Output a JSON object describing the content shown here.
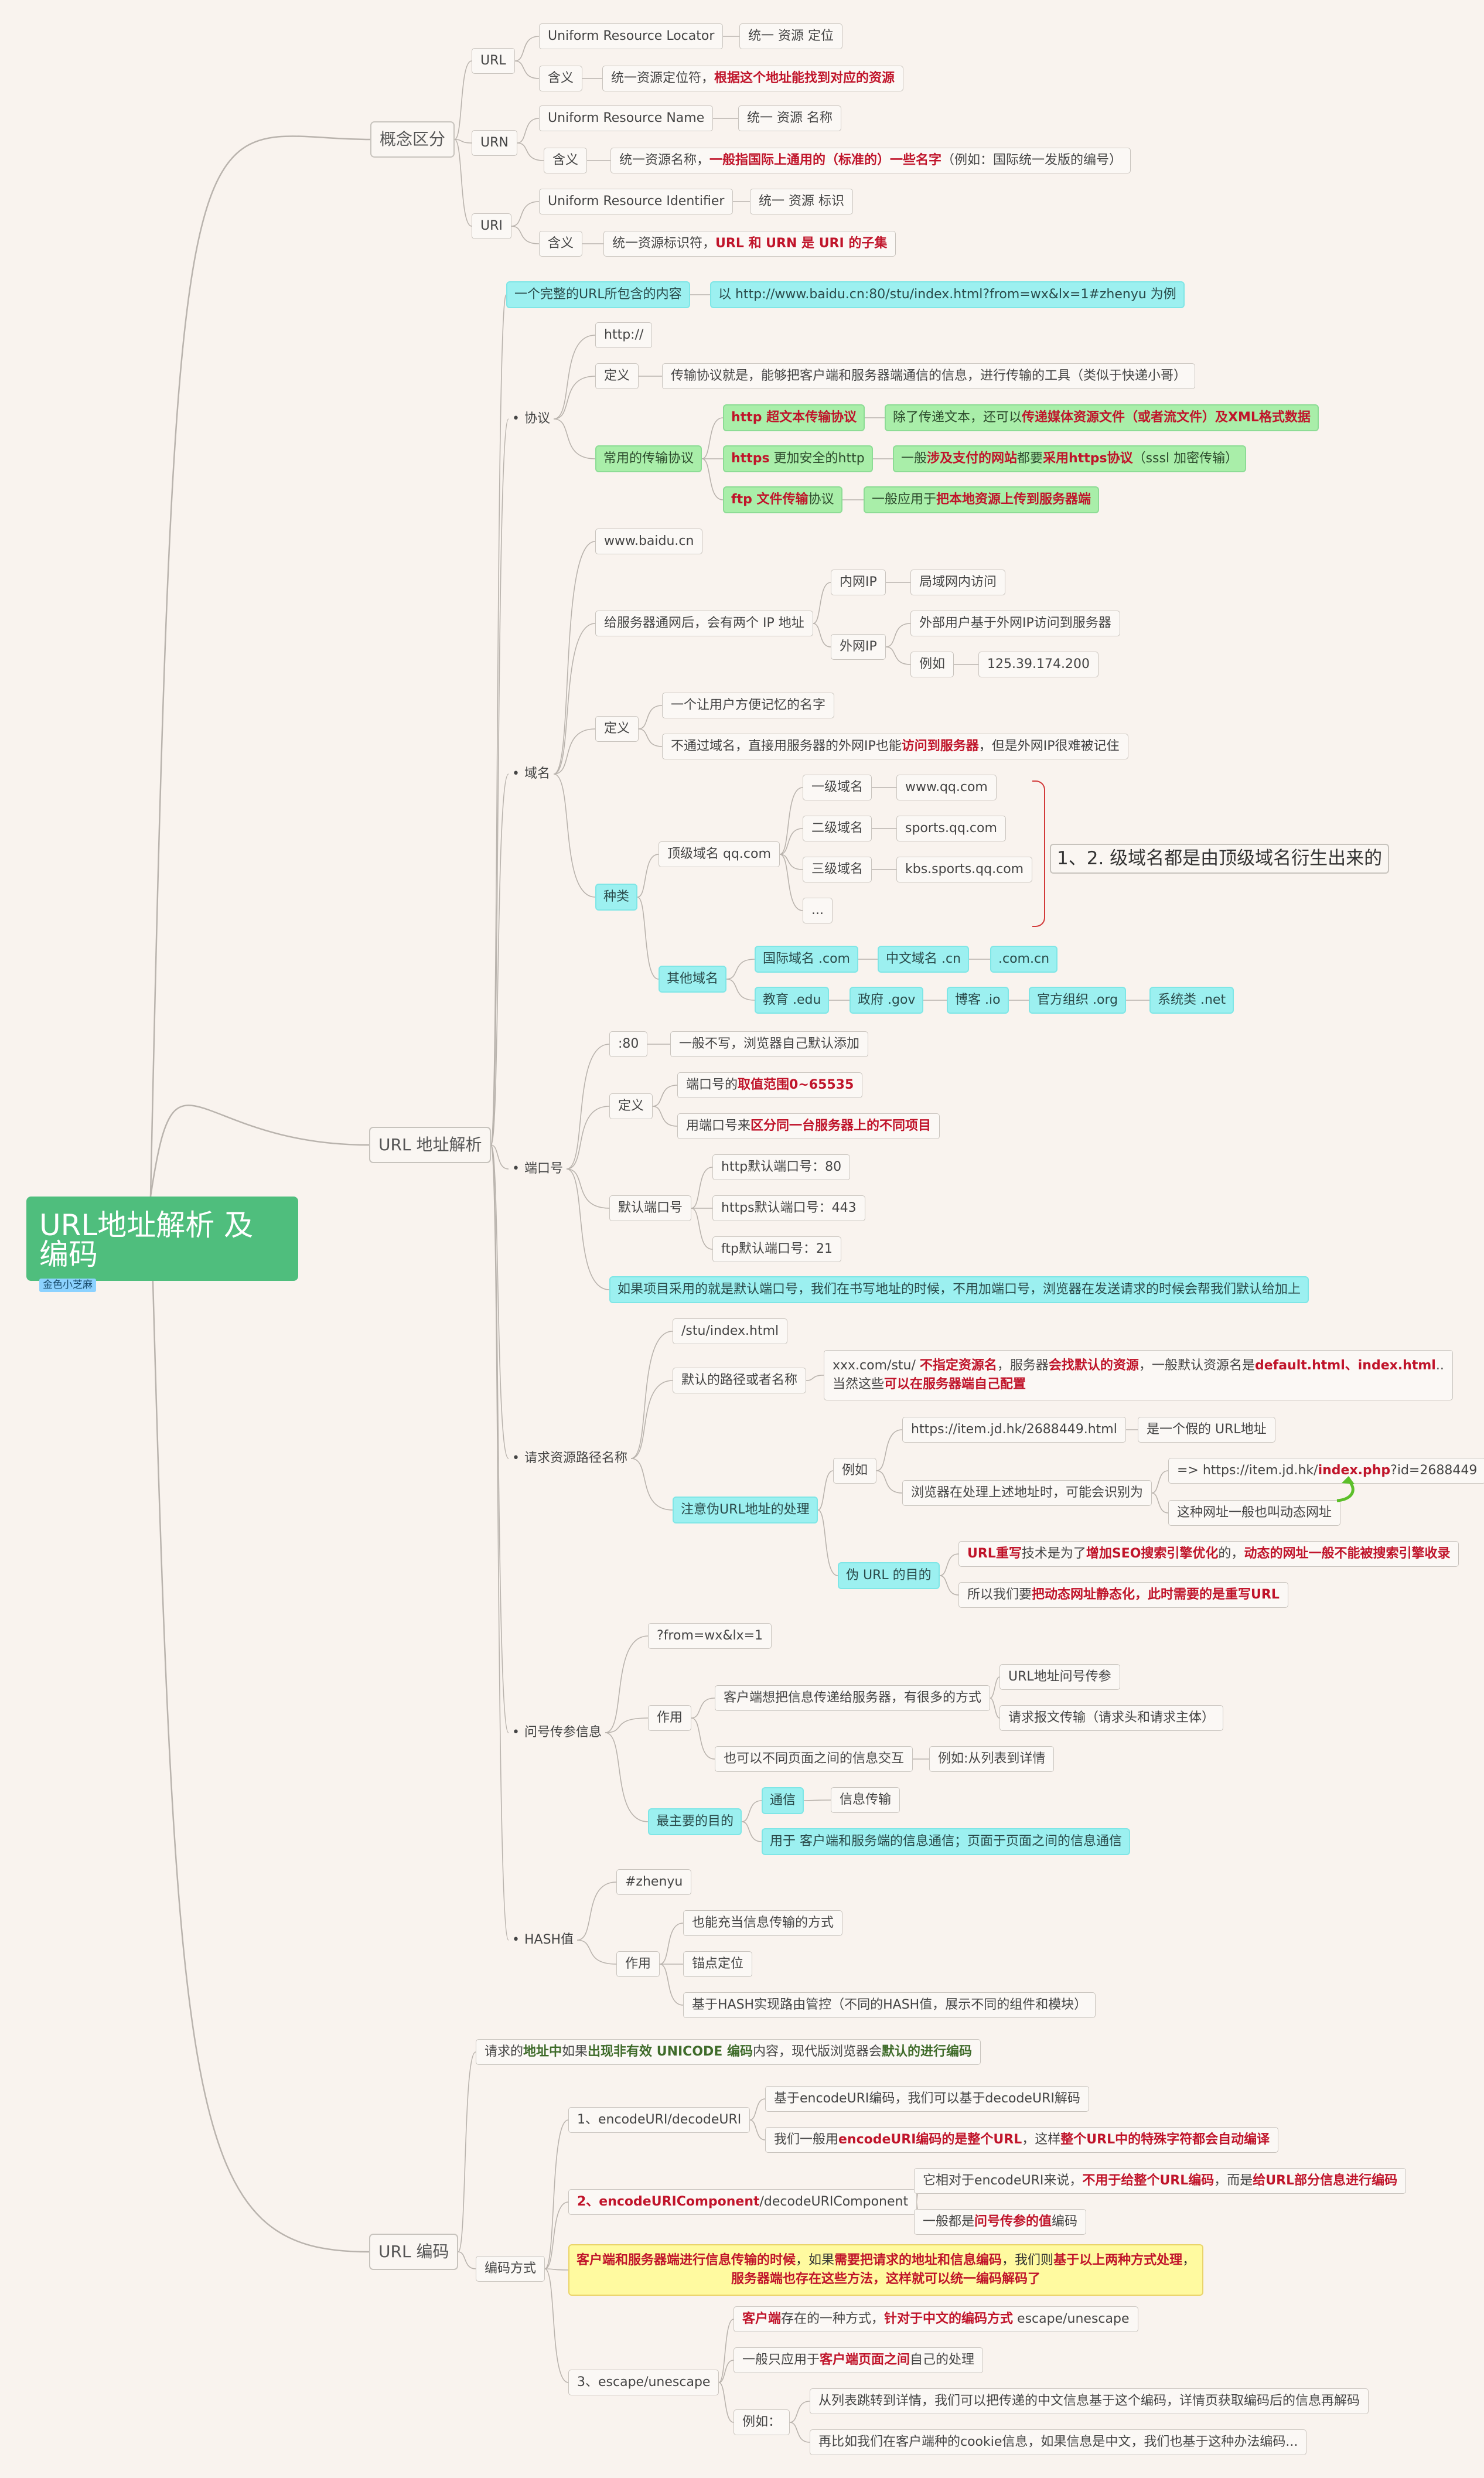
{
  "root": {
    "title": "URL地址解析 及 编码",
    "label": "金色小芝麻"
  },
  "nodes": {
    "concept": "概念区分",
    "url_tag": "URL",
    "url_full": "Uniform Resource Locator",
    "url_cn": "统一 资源 定位",
    "url_mean": "含义",
    "url_mean_text": "统一资源定位符，",
    "url_mean_em": "根据这个地址能找到对应的资源",
    "urn_tag": "URN",
    "urn_full": "Uniform Resource Name",
    "urn_cn": "统一 资源 名称",
    "urn_mean": "含义",
    "urn_mean_text": "统一资源名称，",
    "urn_mean_em": "一般指国际上通用的（标准的）一些名字",
    "urn_mean_tail": "（例如：国际统一发版的编号）",
    "uri_tag": "URI",
    "uri_full": "Uniform Resource Identifier",
    "uri_cn": "统一 资源 标识",
    "uri_mean": "含义",
    "uri_mean_text": "统一资源标识符，",
    "uri_mean_em": "URL 和 URN 是 URI 的子集",
    "parse": "URL 地址解析",
    "full_url": "一个完整的URL所包含的内容",
    "example_url": "以 http://www.baidu.cn:80/stu/index.html?from=wx&lx=1#zhenyu 为例",
    "protocol": "协议",
    "proto_http": "http://",
    "def": "定义",
    "proto_def_text": "传输协议就是，能够把客户端和服务器端通信的信息，进行传输的工具（类似于快递小哥）",
    "common_proto": "常用的传输协议",
    "http_label": "http 超文本传输协议",
    "http_desc_a": "除了传递文本，还可以",
    "http_desc_em": "传递媒体资源文件（或者流文件）及XML格式数据",
    "https_label_em": "https",
    "https_label_rest": " 更加安全的http",
    "https_desc_a": "一般",
    "https_desc_em1": "涉及支付的网站",
    "https_desc_b": "都要",
    "https_desc_em2": "采用https协议",
    "https_desc_c": "（sssl 加密传输）",
    "ftp_label_em": "ftp 文件传输",
    "ftp_label_rest": "协议",
    "ftp_desc_a": "一般应用于",
    "ftp_desc_em": "把本地资源上传到服务器端",
    "domain": "域名",
    "domain_www": "www.baidu.cn",
    "two_ip": "给服务器通网后，会有两个 IP 地址",
    "lan_ip": "内网IP",
    "lan_desc": "局域网内访问",
    "wan_ip": "外网IP",
    "wan_desc": "外部用户基于外网IP访问到服务器",
    "example": "例如",
    "wan_ex": "125.39.174.200",
    "domain_def1": "一个让用户方便记忆的名字",
    "domain_def2_a": "不通过域名，直接用服务器的外网IP也能",
    "domain_def2_em": "访问到服务器",
    "domain_def2_b": "，但是外网IP很难被记住",
    "kinds": "种类",
    "top_domain": "顶级域名 qq.com",
    "lv1": "一级域名",
    "lv1_ex": "www.qq.com",
    "lv2": "二级域名",
    "lv2_ex": "sports.qq.com",
    "lv3": "三级域名",
    "lv3_ex": "kbs.sports.qq.com",
    "more": "...",
    "brace_note": "1、2. 级域名都是由顶级域名衍生出来的",
    "other_domain": "其他域名",
    "d_intl": "国际域名 .com",
    "d_cn": "中文域名 .cn",
    "d_comcn": ".com.cn",
    "d_edu": "教育 .edu",
    "d_gov": "政府 .gov",
    "d_io": "博客 .io",
    "d_org": "官方组织 .org",
    "d_net": "系统类 .net",
    "port": "端口号",
    "port_80": ":80",
    "port_80_desc": "一般不写，浏览器自己默认添加",
    "port_range_a": "端口号的",
    "port_range_em": "取值范围0~65535",
    "port_use_a": "用端口号来",
    "port_use_em": "区分同一台服务器上的不同项目",
    "default_port": "默认端口号",
    "p_http": "http默认端口号：80",
    "p_https": "https默认端口号：443",
    "p_ftp": "ftp默认端口号：21",
    "port_note": "如果项目采用的就是默认端口号，我们在书写地址的时候，不用加端口号，浏览器在发送请求的时候会帮我们默认给加上",
    "path": "请求资源路径名称",
    "path_ex": "/stu/index.html",
    "default_path": "默认的路径或者名称",
    "dp_a": "xxx.com/stu/ ",
    "dp_em1": "不指定资源名",
    "dp_b": "，服务器",
    "dp_em2": "会找默认的资源",
    "dp_c": "，一般默认资源名是",
    "dp_em3": "default.html、index.html",
    "dp_d": "..",
    "dp_e": "当然这些",
    "dp_em4": "可以在服务器端自己配置",
    "fake_url": "注意伪URL地址的处理",
    "example2": "例如",
    "jd_url": "https://item.jd.hk/2688449.html",
    "jd_fake": "是一个假的 URL地址",
    "jd_browser": "浏览器在处理上述地址时，可能会识别为",
    "jd_real_a": "=> https://item.jd.hk/",
    "jd_real_em": "index.php",
    "jd_real_b": "?id=2688449",
    "jd_dynamic": "这种网址一般也叫动态网址",
    "fake_goal": "伪 URL 的目的",
    "goal1_em1": "URL重写",
    "goal1_a": "技术是为了",
    "goal1_em2": "增加SEO搜索引擎优化",
    "goal1_b": "的，",
    "goal1_em3": "动态的网址一般不能被搜索引擎收录",
    "goal2_a": "所以我们要",
    "goal2_em": "把动态网址静态化，此时需要的是重写URL",
    "query": "问号传参信息",
    "query_ex": "?from=wx&lx=1",
    "use": "作用",
    "q_use1": "客户端想把信息传递给服务器，有很多的方式",
    "q_url": "URL地址问号传参",
    "q_body": "请求报文传输（请求头和请求主体）",
    "q_use2": "也可以不同页面之间的信息交互",
    "q_use2_ex": "例如:从列表到详情",
    "main_purpose": "最主要的目的",
    "comm": "通信",
    "comm_desc": "信息传输",
    "comm_note": "用于 客户端和服务端的信息通信；页面于页面之间的信息通信",
    "hash": "HASH值",
    "hash_ex": "#zhenyu",
    "hash_use": "作用",
    "hash_u1": "也能充当信息传输的方式",
    "hash_u2": "锚点定位",
    "hash_u3": "基于HASH实现路由管控（不同的HASH值，展示不同的组件和模块）",
    "encode": "URL 编码",
    "enc_intro_a": "请求的",
    "enc_intro_em1": "地址中",
    "enc_intro_b": "如果",
    "enc_intro_em2": "出现非有效 UNICODE 编码",
    "enc_intro_c": "内容，现代版浏览器会",
    "enc_intro_em3": "默认的进行编码",
    "enc_way": "编码方式",
    "enc1": "1、encodeURI/decodeURI",
    "enc1_a": "基于encodeURI编码，我们可以基于decodeURI解码",
    "enc1_b_a": "我们一般用",
    "enc1_b_em1": "encodeURI编码的是整个URL",
    "enc1_b_b": "，这样",
    "enc1_b_em2": "整个URL中的特殊字符都会自动编译",
    "enc2_em": "2、encodeURIComponent",
    "enc2_rest": "/decodeURIComponent",
    "enc2_a_a": "它相对于encodeURI来说，",
    "enc2_a_em1": "不用于给整个URL编码",
    "enc2_a_b": "，而是",
    "enc2_a_em2": "给URL部分信息进行编码",
    "enc2_b_a": "一般都是",
    "enc2_b_em": "问号传参的值",
    "enc2_b_b": "编码",
    "y1_em1": "客户端和服务器端进行信息传输的时候",
    "y1_a": "，如果",
    "y1_em2": "需要把请求的地址和信息编码",
    "y1_b": "，我们则",
    "y1_em3": "基于以上两种方式处理",
    "y1_c": "，",
    "y2_em": "服务器端也存在这些方法，这样就可以统一编码解码了",
    "enc3": "3、escape/unescape",
    "enc3_a_em1": "客户端",
    "enc3_a_a": "存在的一种方式，",
    "enc3_a_em2": "针对于中文的编码方式",
    "enc3_a_b": " escape/unescape",
    "enc3_b_a": "一般只应用于",
    "enc3_b_em": "客户端页面之间",
    "enc3_b_b": "自己的处理",
    "enc3_ex": "例如：",
    "enc3_ex1": "从列表跳转到详情，我们可以把传递的中文信息基于这个编码，详情页获取编码后的信息再解码",
    "enc3_ex2": "再比如我们在客户端种的cookie信息，如果信息是中文，我们也基于这种办法编码..."
  }
}
